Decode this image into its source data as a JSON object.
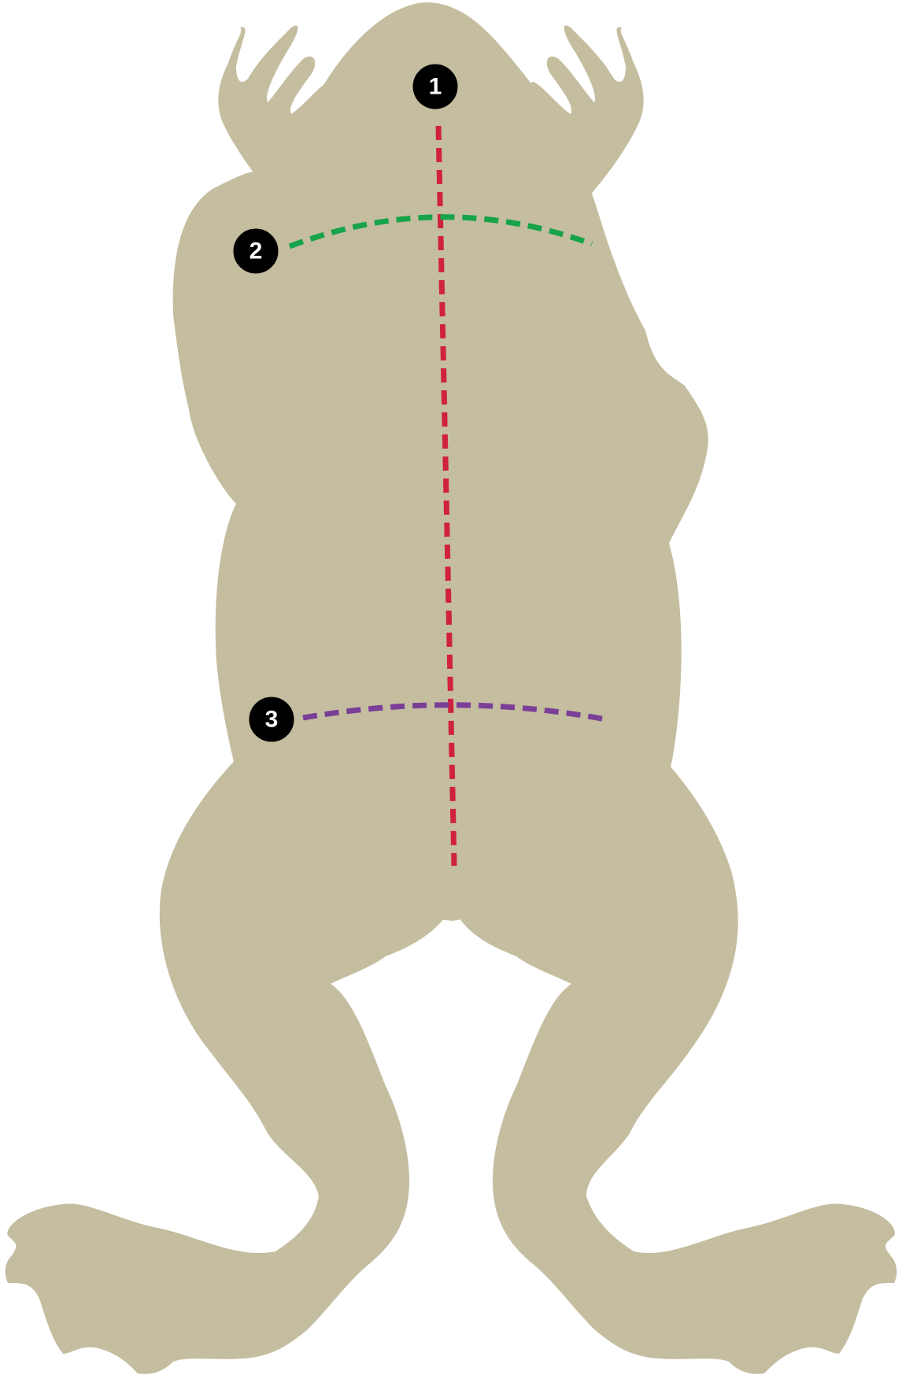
{
  "colors": {
    "background": "#ffffff",
    "body": "#c4bd9f",
    "marker_fill": "#000000",
    "marker_text": "#ffffff"
  },
  "markers": [
    {
      "label": "1",
      "line": "snout-to-vent-length",
      "color": "#d0213f"
    },
    {
      "label": "2",
      "line": "shoulder-width",
      "color": "#16a34a"
    },
    {
      "label": "3",
      "line": "hip-width",
      "color": "#7b3f98"
    }
  ]
}
